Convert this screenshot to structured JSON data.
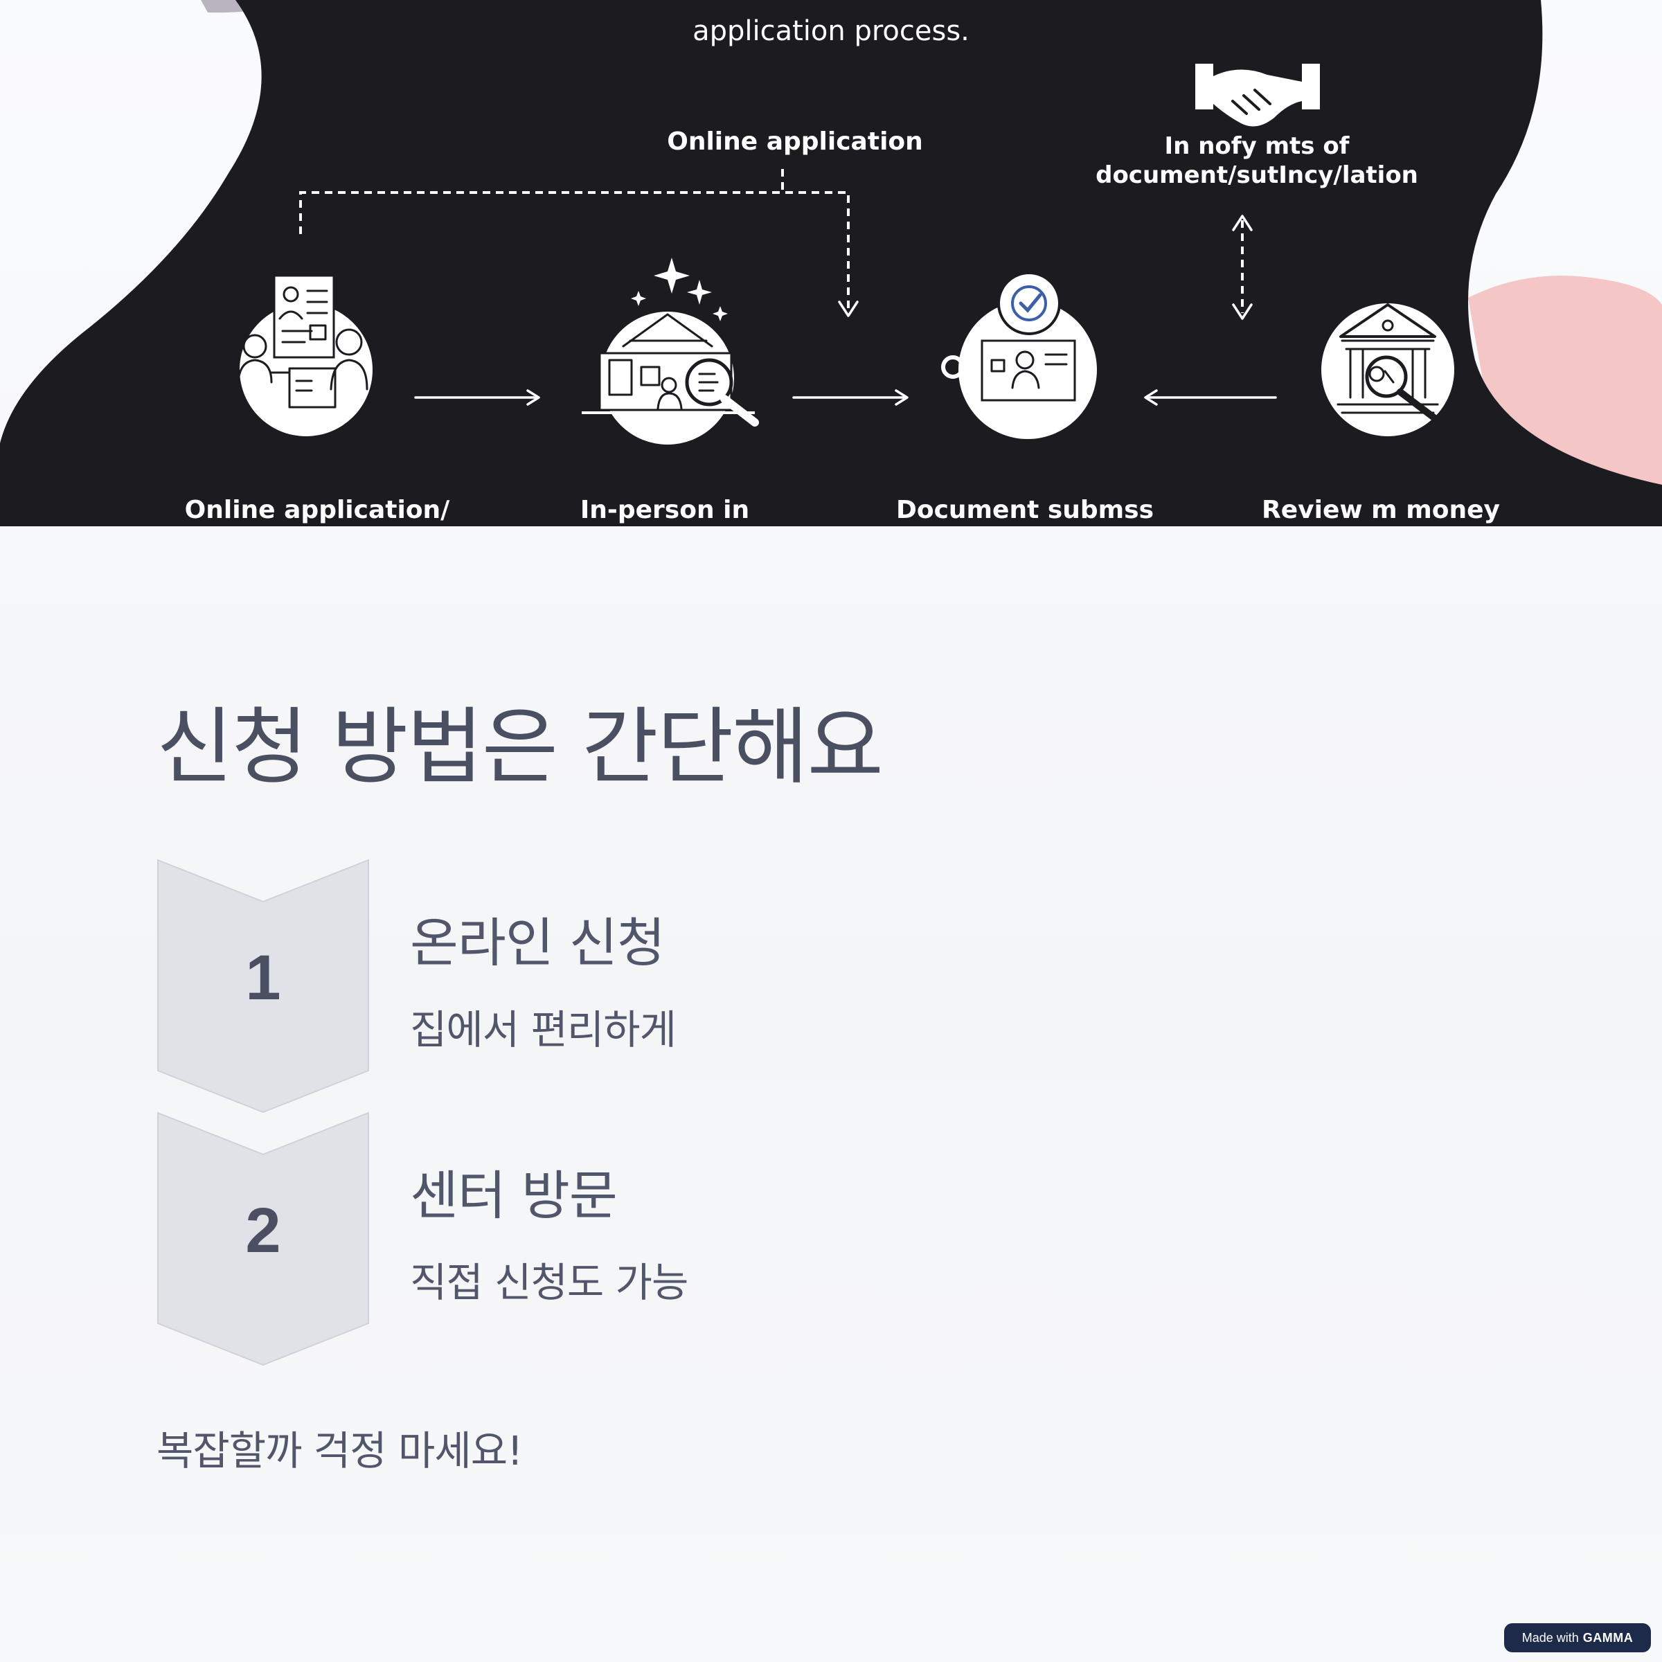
{
  "hero": {
    "caption": "application process.",
    "top_label": "Online application",
    "right_label_line1": "In nofy mts of",
    "right_label_line2": "document/sutIncy/lation",
    "steps": [
      {
        "label": "Online application/"
      },
      {
        "label": "In-person in"
      },
      {
        "label": "Document submss"
      },
      {
        "label": "Review m money"
      }
    ],
    "colors": {
      "background": "#1c1b20",
      "accent_pink": "#f4c6c6",
      "accent_gray": "#b9b4bf"
    }
  },
  "page": {
    "title": "신청 방법은 간단해요",
    "steps": [
      {
        "number": "1",
        "title": "온라인 신청",
        "description": "집에서 편리하게"
      },
      {
        "number": "2",
        "title": "센터 방문",
        "description": "직접 신청도 가능"
      }
    ],
    "footnote": "복잡할까 걱정 마세요!"
  },
  "badge": {
    "prefix": "Made with",
    "brand": "GAMMA"
  }
}
